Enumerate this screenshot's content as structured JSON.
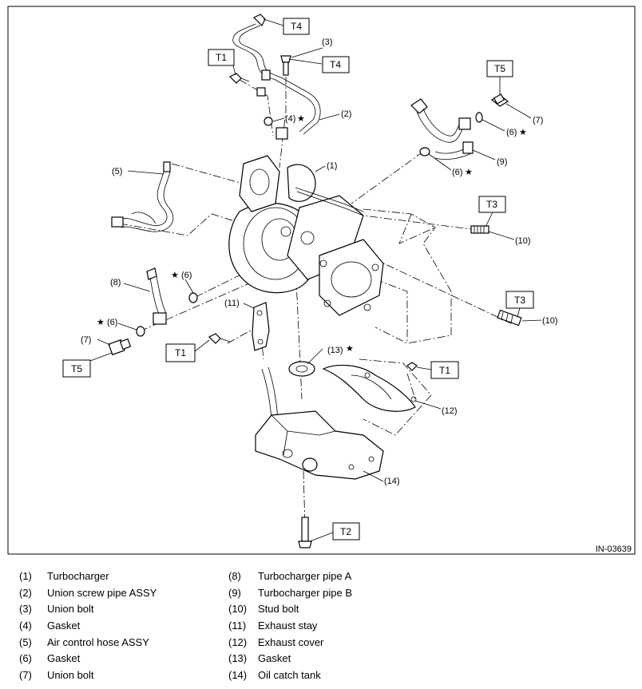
{
  "figure_id": "IN-03639",
  "torque_boxes": {
    "t4_top": "T4",
    "t4_bolt": "T4",
    "t1_upper": "T1",
    "t5_right": "T5",
    "t3_upper": "T3",
    "t3_lower": "T3",
    "t1_middle": "T1",
    "t5_left": "T5",
    "t1_right": "T1",
    "t2_bottom": "T2"
  },
  "callouts": {
    "c1": "(1)",
    "c2": "(2)",
    "c3": "(3)",
    "c4": "(4)",
    "c5": "(5)",
    "c6a": "(6)",
    "c6b": "(6)",
    "c6c": "(6)",
    "c6d": "(6)",
    "c7a": "(7)",
    "c7b": "(7)",
    "c8": "(8)",
    "c9": "(9)",
    "c10a": "(10)",
    "c10b": "(10)",
    "c11": "(11)",
    "c12": "(12)",
    "c13": "(13)",
    "c14": "(14)",
    "star": "★"
  },
  "legend": [
    {
      "num": "(1)",
      "name": "Turbocharger"
    },
    {
      "num": "(2)",
      "name": "Union screw pipe ASSY"
    },
    {
      "num": "(3)",
      "name": "Union bolt"
    },
    {
      "num": "(4)",
      "name": "Gasket"
    },
    {
      "num": "(5)",
      "name": "Air control hose ASSY"
    },
    {
      "num": "(6)",
      "name": "Gasket"
    },
    {
      "num": "(7)",
      "name": "Union bolt"
    },
    {
      "num": "(8)",
      "name": "Turbocharger pipe A"
    },
    {
      "num": "(9)",
      "name": "Turbocharger pipe B"
    },
    {
      "num": "(10)",
      "name": "Stud bolt"
    },
    {
      "num": "(11)",
      "name": "Exhaust stay"
    },
    {
      "num": "(12)",
      "name": "Exhaust cover"
    },
    {
      "num": "(13)",
      "name": "Gasket"
    },
    {
      "num": "(14)",
      "name": "Oil catch tank"
    }
  ]
}
